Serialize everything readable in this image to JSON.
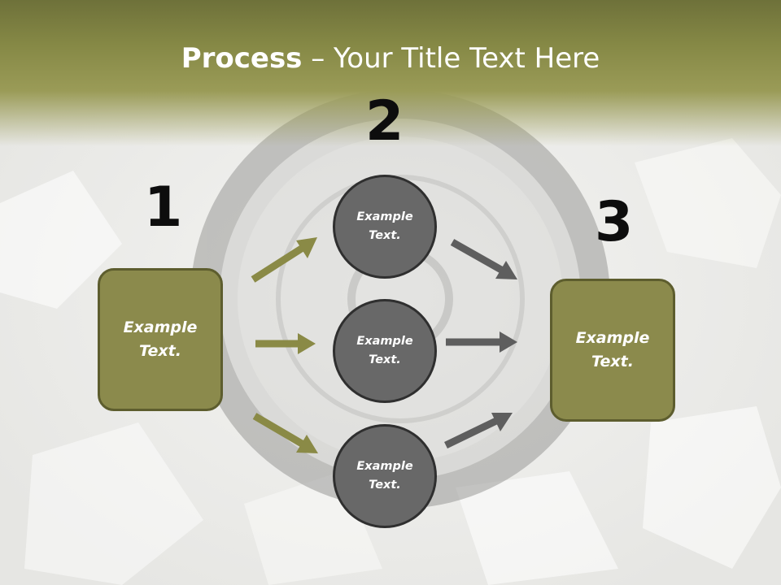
{
  "title": {
    "bold": "Process",
    "rest": " – Your Title Text Here"
  },
  "steps": [
    {
      "number": "1",
      "label": "Example\nText."
    },
    {
      "number": "2",
      "circles": [
        "Example\nText.",
        "Example\nText.",
        "Example\nText."
      ]
    },
    {
      "number": "3",
      "label": "Example\nText."
    }
  ],
  "colors": {
    "header": "#8c8e4a",
    "box_fill": "#8b8a4c",
    "box_border": "#5d5d2e",
    "circle_fill": "#686868",
    "circle_border": "#2f2f2f",
    "arrow_olive": "#8a8a46",
    "arrow_gray": "#5e5e5e"
  }
}
